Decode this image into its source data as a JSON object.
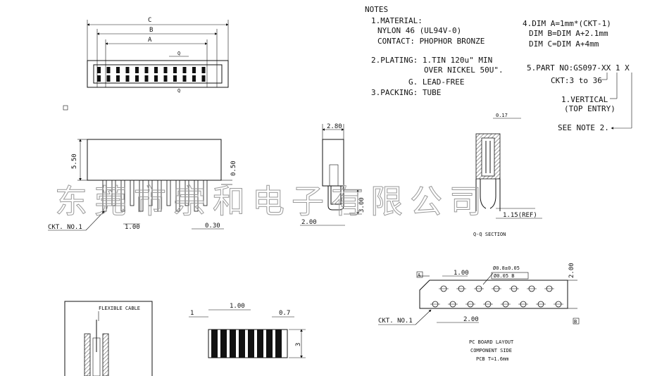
{
  "notes": {
    "heading": "NOTES",
    "material": "1.MATERIAL:",
    "nylon": "NYLON 46 (UL94V-0)",
    "contact": "CONTACT: PHOPHOR BRONZE",
    "plating": "2.PLATING: 1.TIN 120u\" MIN",
    "over_nickel": "OVER NICKEL 50U\".",
    "lead_free": "G. LEAD-FREE",
    "packing": "3.PACKING: TUBE",
    "dim_a": "4.DIM A=1mm*(CKT-1)",
    "dim_b": "DIM B=DIM A+2.1mm",
    "dim_c": "DIM C=DIM A+4mm",
    "part_no": "5.PART NO:GS097-XX 1 X",
    "ckt_range": "CKT:3 to 36",
    "vertical": "1.VERTICAL",
    "top_entry": "(TOP ENTRY)",
    "see_note": "SEE NOTE 2."
  },
  "top_view": {
    "dim_c": "C",
    "dim_b": "B",
    "dim_a": "A",
    "section_mark": "Q"
  },
  "front_view": {
    "height": "5.50",
    "offset": "0.50",
    "ckt_label": "CKT. NO.1",
    "pitch": "1.00",
    "pin_width": "0.30"
  },
  "side_view": {
    "width": "2.80",
    "pin_length": "3.00",
    "pin_offset": "2.00"
  },
  "section_view": {
    "tolerance": "0.17",
    "ref": "1.15(REF)",
    "title": "Q-Q SECTION"
  },
  "pcb_layout": {
    "pitch_top": "1.00",
    "hole": "Ø0.8±0.05",
    "position_tol": "Ø0.05 B",
    "row_spacing": "2.00",
    "ckt_label": "CKT. NO.1",
    "bottom_pitch": "2.00",
    "datum_a": "A",
    "datum_b": "B",
    "title1": "PC BOARD LAYOUT",
    "title2": "COMPONENT SIDE",
    "title3": "PCB T=1.6mm"
  },
  "cable": {
    "label": "FLEXIBLE CABLE",
    "pitch": "1.00",
    "edge": "1",
    "pad": "0.7",
    "height": "3"
  },
  "watermark": "东莞市宗和电子有限公司"
}
